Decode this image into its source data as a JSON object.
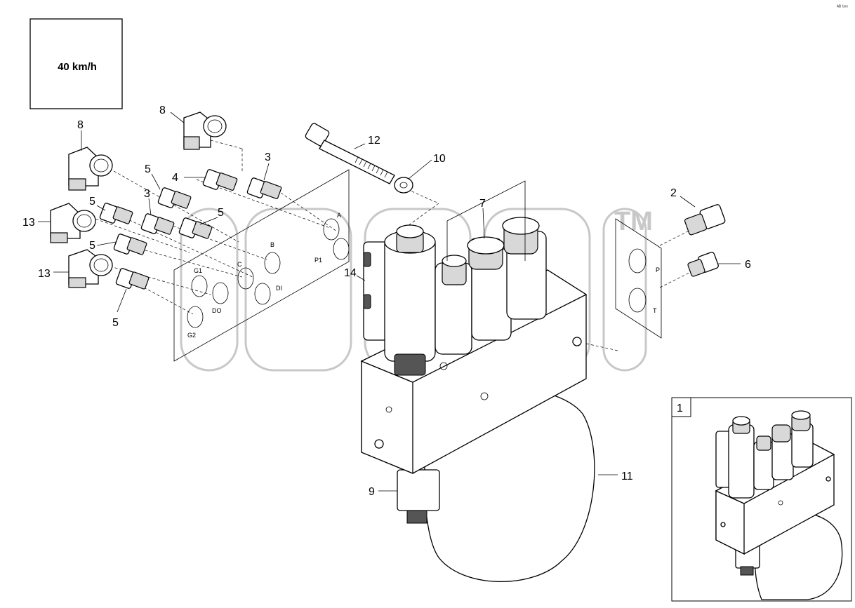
{
  "speed_box": {
    "label": "40 km/h"
  },
  "top_right_mark": "ᴬᴮ ᵇᵒᵒ",
  "watermark_text": "TM",
  "callouts": {
    "c8a": "8",
    "c8b": "8",
    "c12": "12",
    "c10": "10",
    "c5a": "5",
    "c4": "4",
    "c3a": "3",
    "c3b": "3",
    "c5b": "5",
    "c5c": "5",
    "c13a": "13",
    "c5d": "5",
    "c13b": "13",
    "c5e": "5",
    "c14": "14",
    "c7": "7",
    "c2": "2",
    "c6": "6",
    "c9": "9",
    "c11": "11"
  },
  "ports": {
    "A": "A",
    "B": "B",
    "P1": "P1",
    "G1": "G1",
    "C": "C",
    "DI": "DI",
    "DO": "DO",
    "G2": "G2",
    "P": "P",
    "T": "T"
  },
  "inset": {
    "number": "1"
  }
}
